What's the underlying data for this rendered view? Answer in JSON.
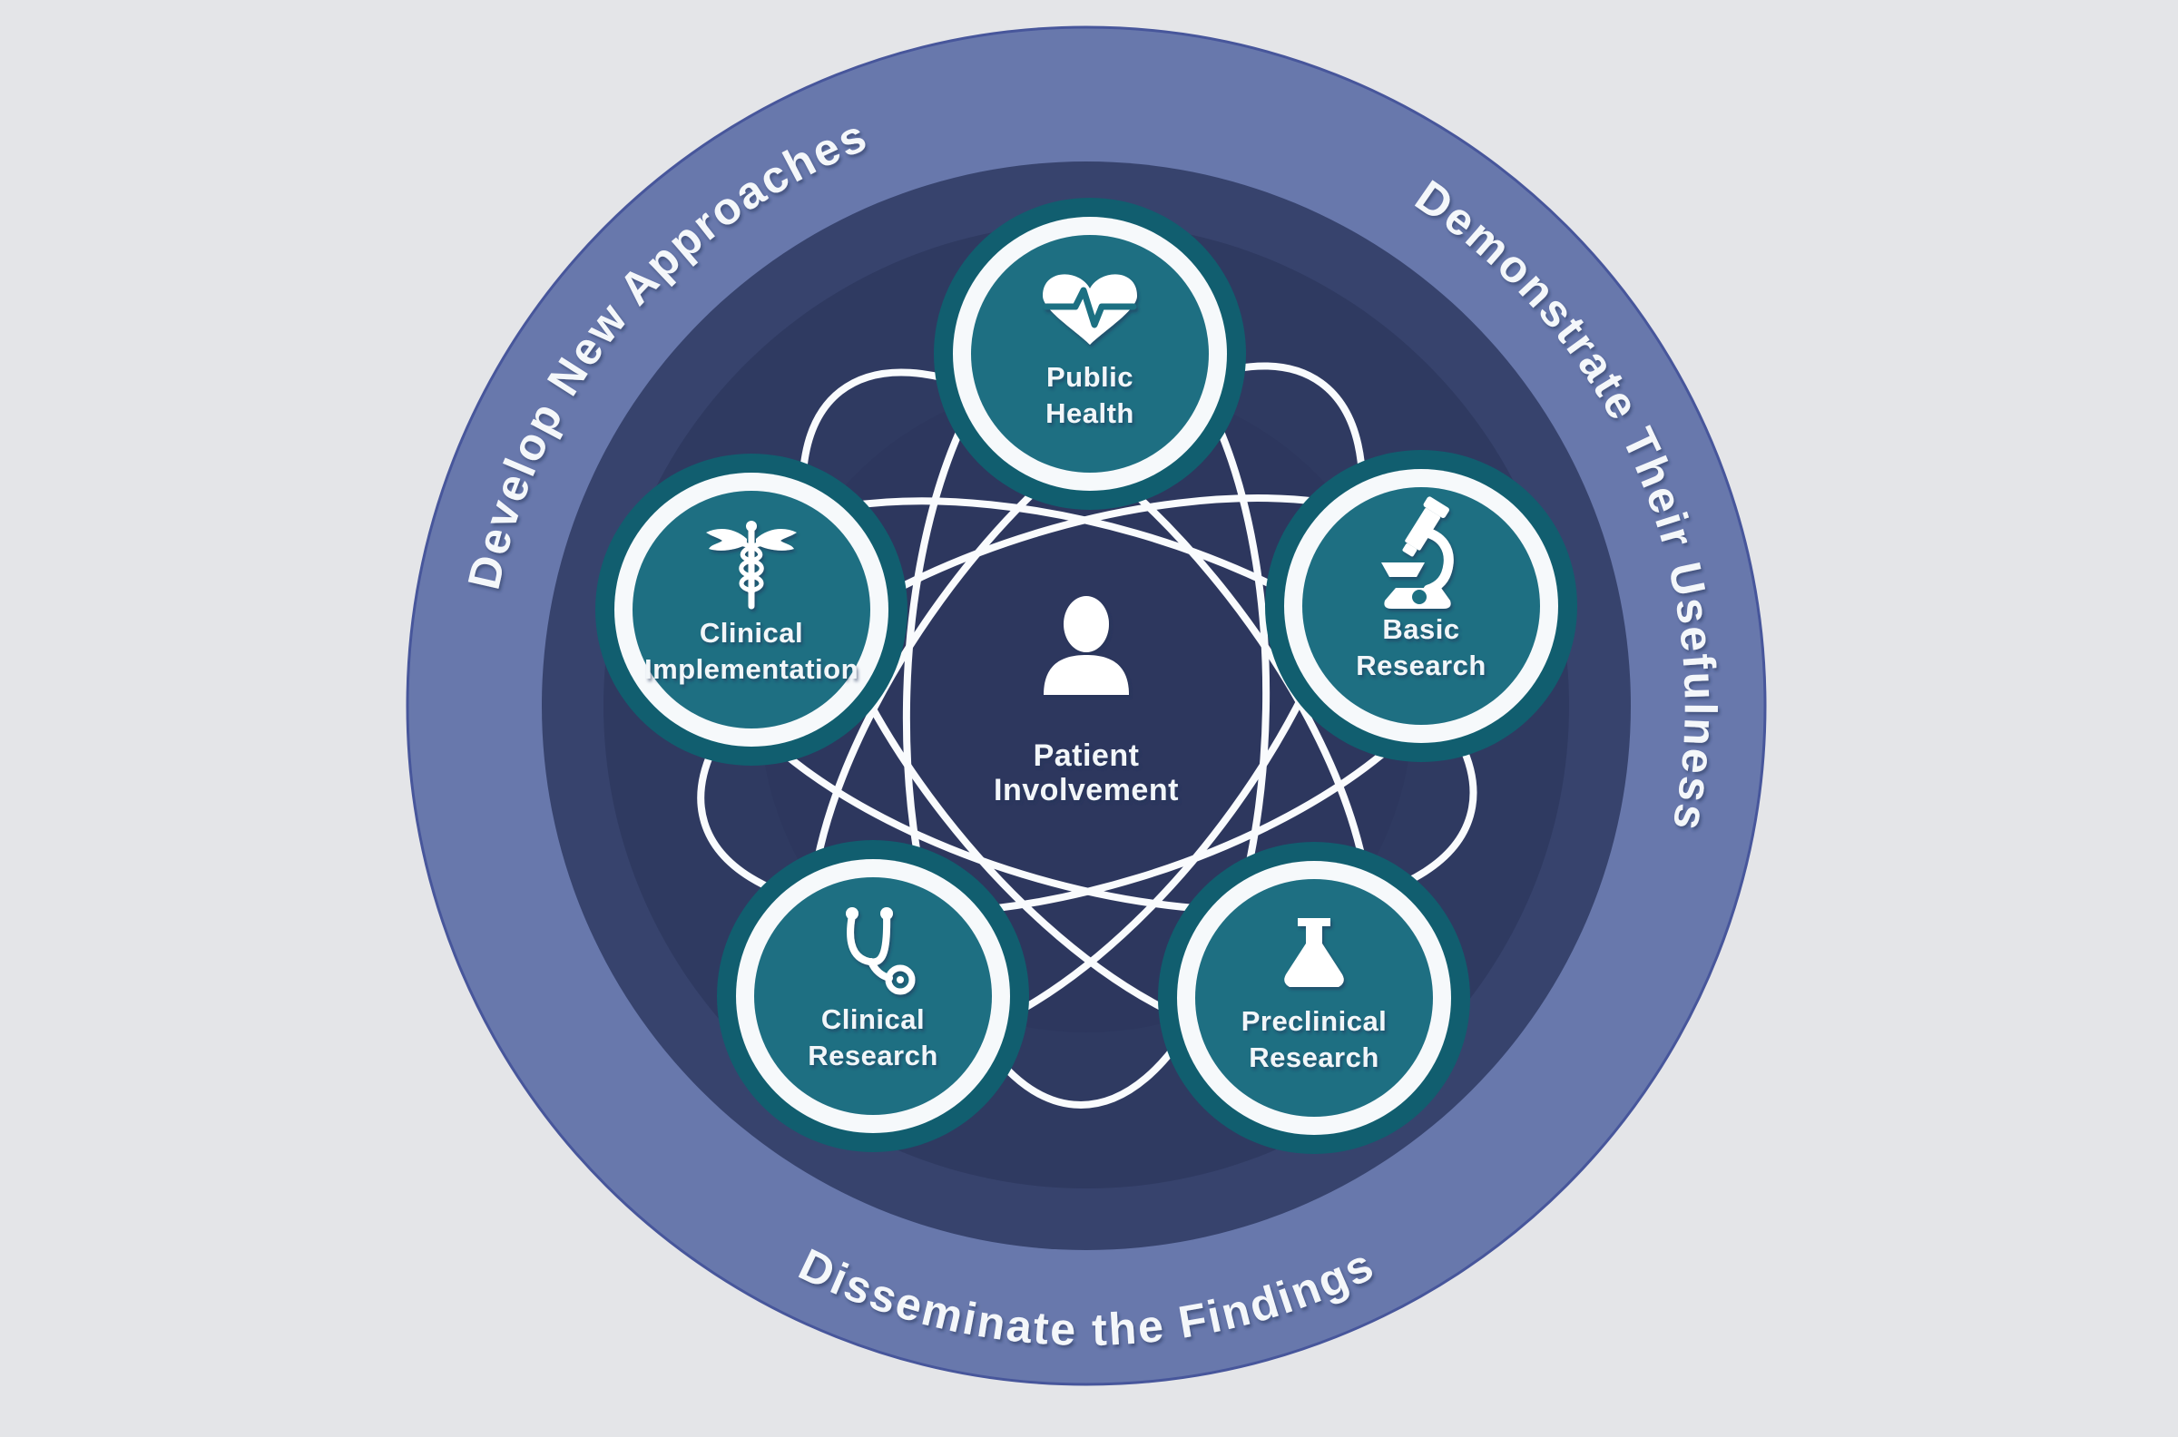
{
  "ring": {
    "develop": "Develop New Approaches",
    "demonstrate": "Demonstrate Their Usefulness",
    "disseminate": "Disseminate the Findings"
  },
  "center": {
    "line1": "Patient",
    "line2": "Involvement",
    "icon": "person-icon"
  },
  "nodes": [
    {
      "id": "public-health",
      "line1": "Public",
      "line2": "Health",
      "icon": "heart-pulse-icon"
    },
    {
      "id": "basic-research",
      "line1": "Basic",
      "line2": "Research",
      "icon": "microscope-icon"
    },
    {
      "id": "preclinical-research",
      "line1": "Preclinical",
      "line2": "Research",
      "icon": "flask-icon"
    },
    {
      "id": "clinical-research",
      "line1": "Clinical",
      "line2": "Research",
      "icon": "stethoscope-icon"
    },
    {
      "id": "clinical-implementation",
      "line1": "Clinical",
      "line2": "Implementation",
      "icon": "caduceus-icon"
    }
  ],
  "colors": {
    "background": "#E4E5E8",
    "outer_ring": "#6878AC",
    "outer_ring_edge": "#47569B",
    "inner_disc": "#37436D",
    "inner_disc_dark": "#2F3A61",
    "inner_disc_darkest": "#2D375E",
    "node_rim": "#115E6F",
    "node_fill": "#1E6F82",
    "ring_white": "#F6F9FB",
    "orbit_white": "#F9FBFD",
    "label_text": "#F2F6F9"
  }
}
